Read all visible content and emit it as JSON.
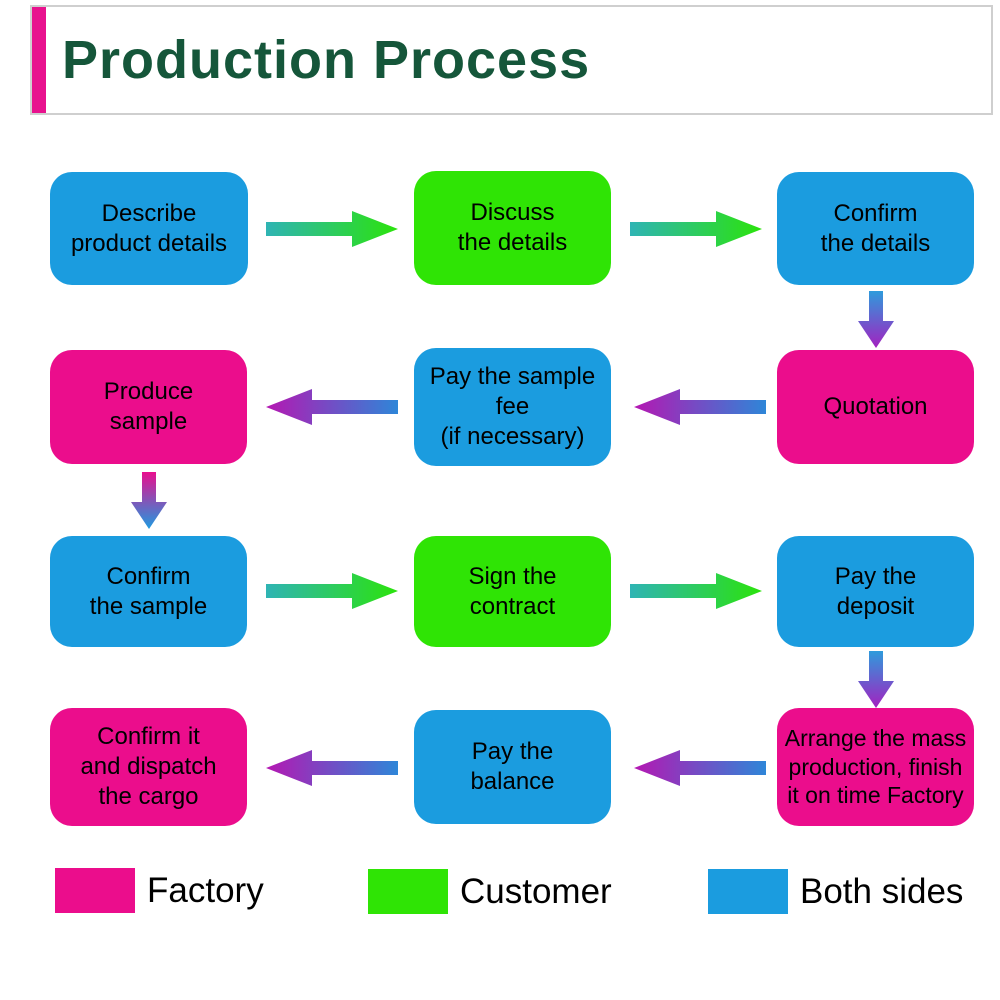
{
  "title": "Production Process",
  "colors": {
    "title_text": "#15563A",
    "title_accent": "#E8128E",
    "factory": "#EB0D8C",
    "customer": "#2FE405",
    "both_sides": "#1B9CDF",
    "arrow_green_start": "#2FB4B4",
    "arrow_green_end": "#2BE30B",
    "arrow_purple_start": "#B517B2",
    "arrow_purple_end": "#2E86D8"
  },
  "nodes": [
    {
      "label": "Describe\nproduct details",
      "role": "both"
    },
    {
      "label": "Discuss\nthe details",
      "role": "customer"
    },
    {
      "label": "Confirm\nthe details",
      "role": "both"
    },
    {
      "label": "Quotation",
      "role": "factory"
    },
    {
      "label": "Pay the sample\nfee\n(if necessary)",
      "role": "both"
    },
    {
      "label": "Produce\nsample",
      "role": "factory"
    },
    {
      "label": "Confirm\nthe sample",
      "role": "both"
    },
    {
      "label": "Sign the\ncontract",
      "role": "customer"
    },
    {
      "label": "Pay the\ndeposit",
      "role": "both"
    },
    {
      "label": "Arrange the mass\nproduction, finish\nit on time Factory",
      "role": "factory"
    },
    {
      "label": "Pay the\nbalance",
      "role": "both"
    },
    {
      "label": "Confirm it\nand dispatch\nthe cargo",
      "role": "factory"
    }
  ],
  "legend": [
    {
      "label": "Factory",
      "color": "#EB0D8C"
    },
    {
      "label": "Customer",
      "color": "#2FE405"
    },
    {
      "label": "Both sides",
      "color": "#1B9CDF"
    }
  ]
}
